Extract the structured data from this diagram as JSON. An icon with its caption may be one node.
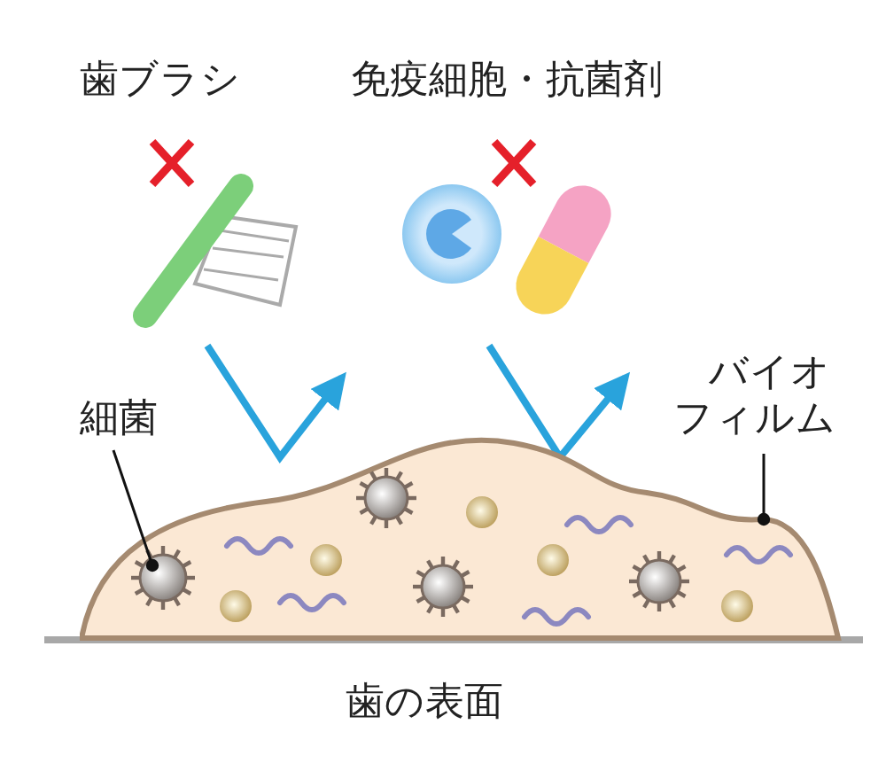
{
  "diagram": {
    "nodes": [
      {
        "text": [
          "細菌"
        ]
      },
      {
        "text": [
          "バイオフィルム"
        ]
      },
      {
        "text": [],
        "shape": "picture"
      },
      {
        "text": [],
        "shape": "picture",
        "in": 2
      }
    ],
    "edges": [
      {
        "from": 0,
        "to": 3,
        "arrow": "other"
      },
      {
        "from": 1,
        "to": 2,
        "arrow": "other"
      }
    ],
    "labels": [
      "歯ブラシ",
      "免疫細胞・抗菌剤",
      "歯の表面"
    ]
  }
}
